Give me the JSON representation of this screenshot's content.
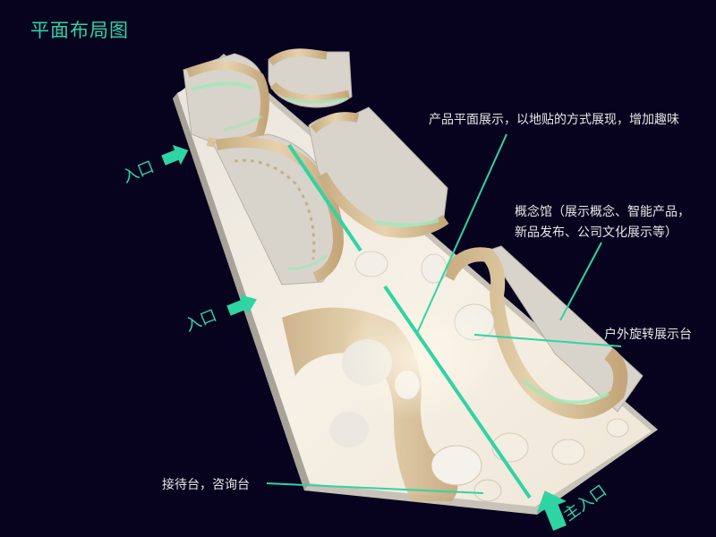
{
  "title": "平面布局图",
  "colors": {
    "background": "#07031f",
    "accent": "#2fd4a3",
    "label_text": "#e6e6e6",
    "floor": "#f1ebe1",
    "wood": "#d9c29c",
    "glow": "#9ee8b8",
    "wall": "#d8d4cc"
  },
  "annotations": [
    {
      "id": "floor-graphics",
      "text": "产品平面展示，以地贴的方式展现，增加趣味"
    },
    {
      "id": "concept-hall",
      "lines": [
        "概念馆（展示概念、智能产品，",
        "新品发布、公司文化展示等）"
      ]
    },
    {
      "id": "rotating-stage",
      "text": "户外旋转展示台"
    },
    {
      "id": "reception",
      "text": "接待台，咨询台"
    }
  ],
  "entrances": [
    {
      "id": "entrance-upper",
      "text": "入口",
      "icon": "arrow-right-icon"
    },
    {
      "id": "entrance-middle",
      "text": "入口",
      "icon": "arrow-right-icon"
    },
    {
      "id": "entrance-main",
      "text": "主入口",
      "icon": "arrow-up-icon"
    }
  ]
}
